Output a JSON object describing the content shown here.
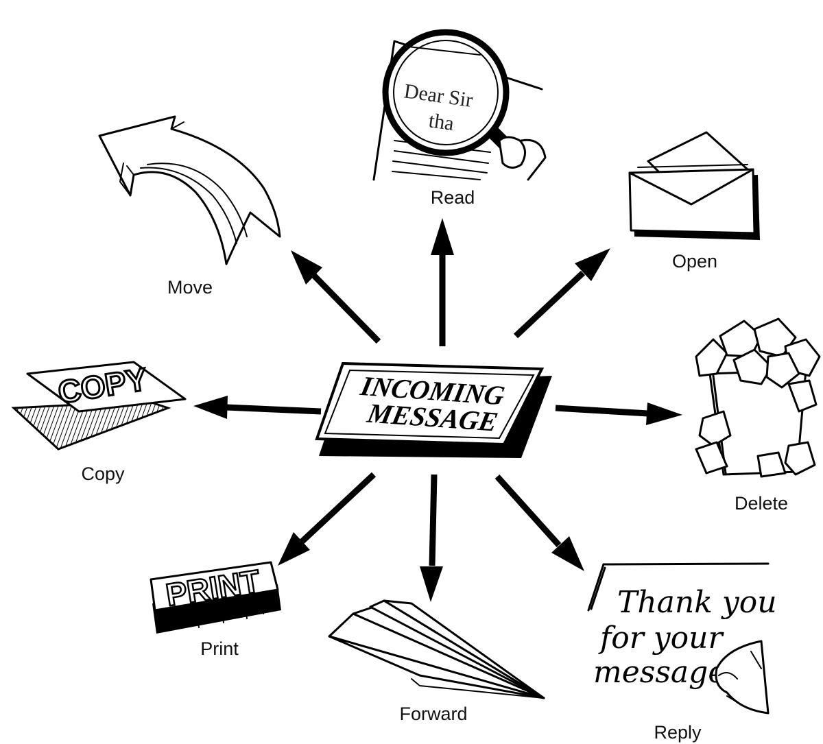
{
  "center": {
    "line1": "INCOMING",
    "line2": "MESSAGE"
  },
  "actions": [
    {
      "id": "read",
      "label": "Read"
    },
    {
      "id": "open",
      "label": "Open"
    },
    {
      "id": "delete",
      "label": "Delete"
    },
    {
      "id": "reply",
      "label": "Reply"
    },
    {
      "id": "forward",
      "label": "Forward"
    },
    {
      "id": "print",
      "label": "Print"
    },
    {
      "id": "copy",
      "label": "Copy"
    },
    {
      "id": "move",
      "label": "Move"
    }
  ],
  "illustration_text": {
    "letter_line1": "Dear Sir",
    "letter_line2": "tha",
    "copy_stamp": "COPY",
    "print_stamp": "PRINT",
    "reply_note": [
      "Thank you",
      "for your",
      "message"
    ]
  },
  "icons": {
    "read": "magnifying-glass-icon",
    "open": "open-envelope-icon",
    "delete": "wastebasket-icon",
    "reply": "handwritten-note-icon",
    "forward": "paper-plane-icon",
    "print": "rubber-stamp-icon",
    "copy": "copy-sheets-icon",
    "move": "curved-arrow-icon"
  },
  "colors": {
    "ink": "#000000",
    "paper": "#ffffff"
  }
}
